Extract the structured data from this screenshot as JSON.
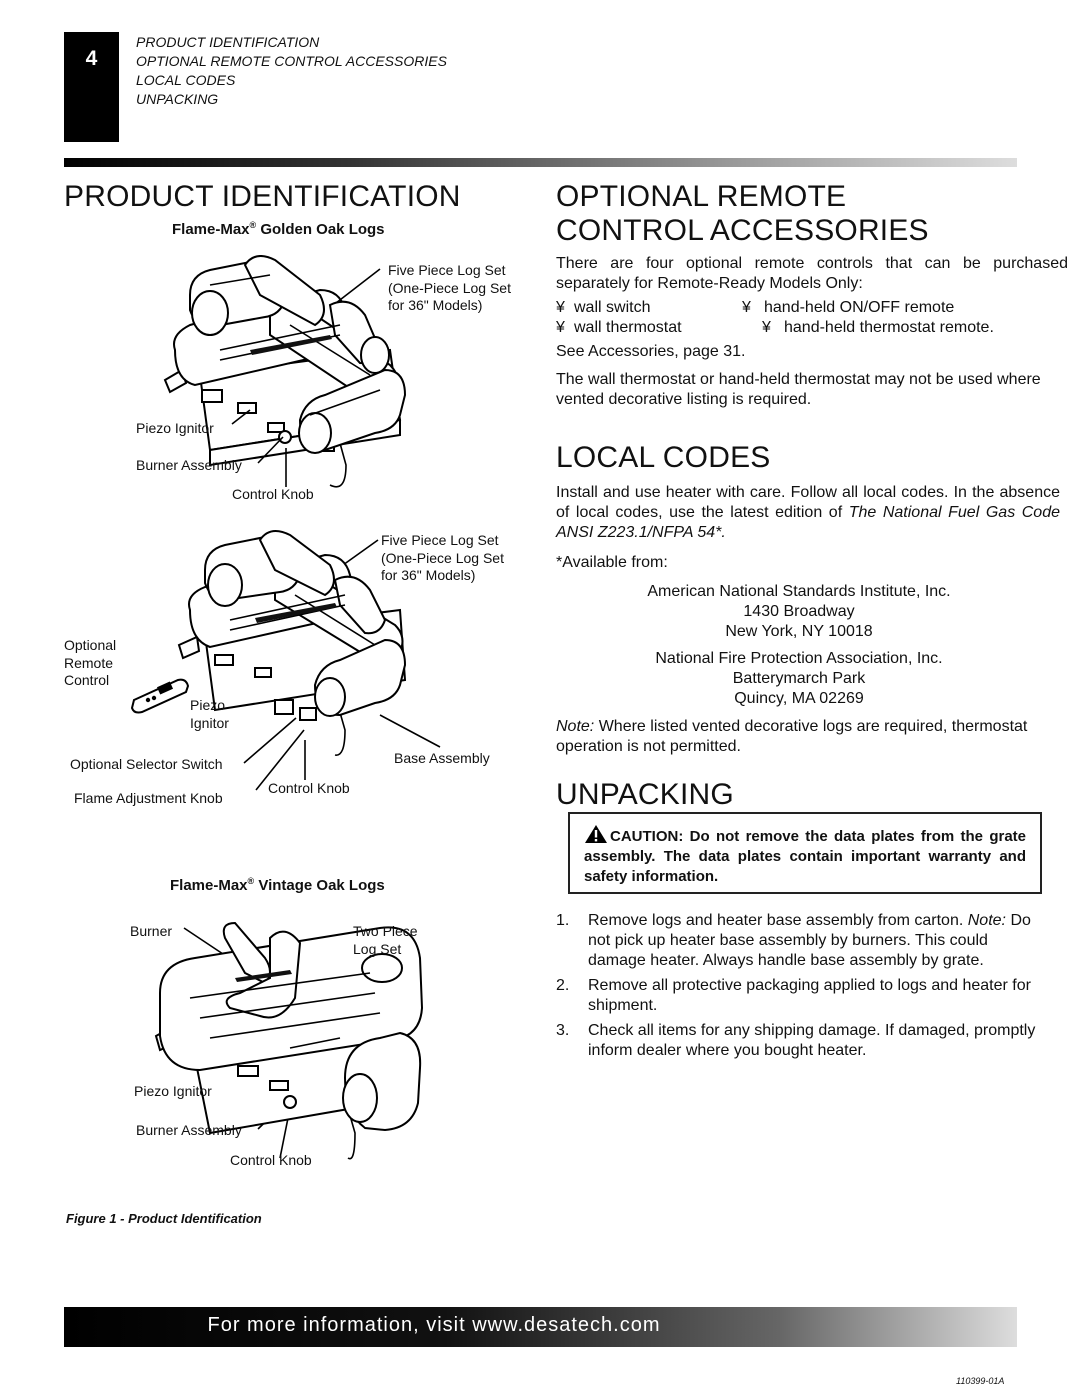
{
  "header": {
    "page_number": "4",
    "toc": [
      "PRODUCT IDENTIFICATION",
      "OPTIONAL REMOTE CONTROL ACCESSORIES",
      "LOCAL CODES",
      "UNPACKING"
    ]
  },
  "left": {
    "title": "PRODUCT IDENTIFICATION",
    "fig1_subtitle_brand": "Flame-Max",
    "fig1_subtitle_rest": " Golden Oak Logs",
    "fig1_labels": {
      "log_set_1": "Five Piece Log Set",
      "log_set_2": "(One-Piece Log Set",
      "log_set_3": "for 36\" Models)",
      "piezo": "Piezo Ignitor",
      "burner": "Burner Assembly",
      "knob": "Control Knob"
    },
    "fig2_labels": {
      "log_set_1": "Five Piece Log Set",
      "log_set_2": "(One-Piece Log Set",
      "log_set_3": "for 36\" Models)",
      "remote_1": "Optional",
      "remote_2": "Remote",
      "remote_3": "Control",
      "piezo_1": "Piezo",
      "piezo_2": "Ignitor",
      "selector": "Optional Selector Switch",
      "base": "Base Assembly",
      "knob": "Control Knob",
      "flame": "Flame Adjustment Knob"
    },
    "fig3_subtitle_brand": "Flame-Max",
    "fig3_subtitle_rest": " Vintage Oak Logs",
    "fig3_labels": {
      "burner": "Burner",
      "log_1": "Two Piece",
      "log_2": "Log Set",
      "piezo": "Piezo Ignitor",
      "burner_assembly": "Burner Assembly",
      "knob": "Control Knob"
    },
    "figure_caption": "Figure 1 - Product Identification"
  },
  "right": {
    "remote_title_1": "OPTIONAL REMOTE",
    "remote_title_2": "CONTROL ACCESSORIES",
    "remote_intro": "There are four optional remote controls that can be purchased separately for Remote-Ready Models Only:",
    "remote_items": [
      "wall switch",
      "hand-held ON/OFF remote",
      "wall thermostat",
      "hand-held thermostat remote."
    ],
    "bullet": "¥",
    "see_accessories": "See Accessories, page 31.",
    "thermostat_note": "The wall thermostat or hand-held thermostat may not be used where vented decorative listing is required.",
    "codes_title": "LOCAL CODES",
    "codes_text_1": "Install and use heater with care. Follow all local codes. In the absence of local codes, use the latest edition of",
    "codes_text_2": "The National Fuel",
    "codes_text_3": "Gas Code ANSI Z223.1/NFPA 54*.",
    "available": "*Available from:",
    "ansi": [
      "American National Standards Institute, Inc.",
      "1430 Broadway",
      "New York, NY  10018"
    ],
    "nfpa": [
      "National Fire Protection Association, Inc.",
      "Batterymarch Park",
      "Quincy, MA  02269"
    ],
    "note_label": "Note:",
    "note_text": " Where listed vented decorative logs are required, thermostat operation is not permitted.",
    "unpacking_title": "UNPACKING",
    "caution": "CAUTION: Do not remove the data plates from the grate assembly. The data plates contain important warranty and safety information.",
    "steps": [
      {
        "num": "1.",
        "text_a": "Remove logs and heater base assembly from carton. ",
        "note": "Note:",
        "text_b": " Do not pick up heater base assembly by burners. This could damage heater. Always handle base assembly by grate."
      },
      {
        "num": "2.",
        "text": "Remove all protective packaging applied to logs and heater for shipment."
      },
      {
        "num": "3.",
        "text": "Check all items for any shipping damage. If damaged, promptly inform dealer where you bought heater."
      }
    ]
  },
  "footer": {
    "text": "For more information, visit www.desatech.com",
    "doc_id": "110399-01A"
  }
}
